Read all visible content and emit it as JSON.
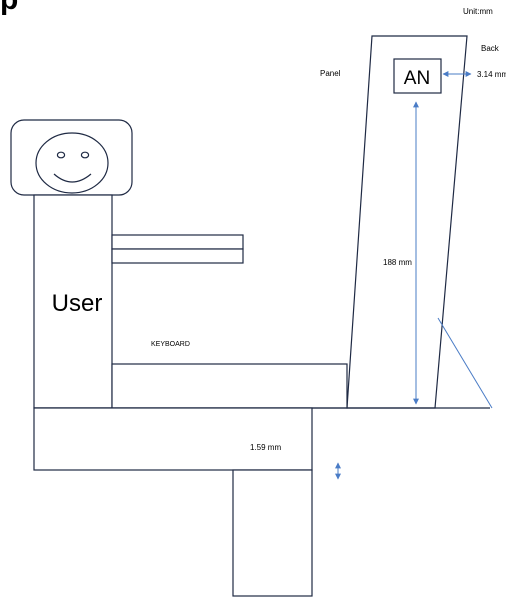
{
  "title_fragment": "p",
  "unit_label": "Unit:mm",
  "labels": {
    "back": "Back",
    "panel": "Panel",
    "an": "AN",
    "user": "User",
    "keyboard": "KEYBOARD"
  },
  "dimensions": {
    "an_offset": "3.14 mm",
    "panel_height": "188 mm",
    "desk_thickness": "1.59 mm"
  },
  "colors": {
    "line": "#1f2a44",
    "arrow": "#4a7cc6",
    "face_fill": "#ffffff"
  }
}
